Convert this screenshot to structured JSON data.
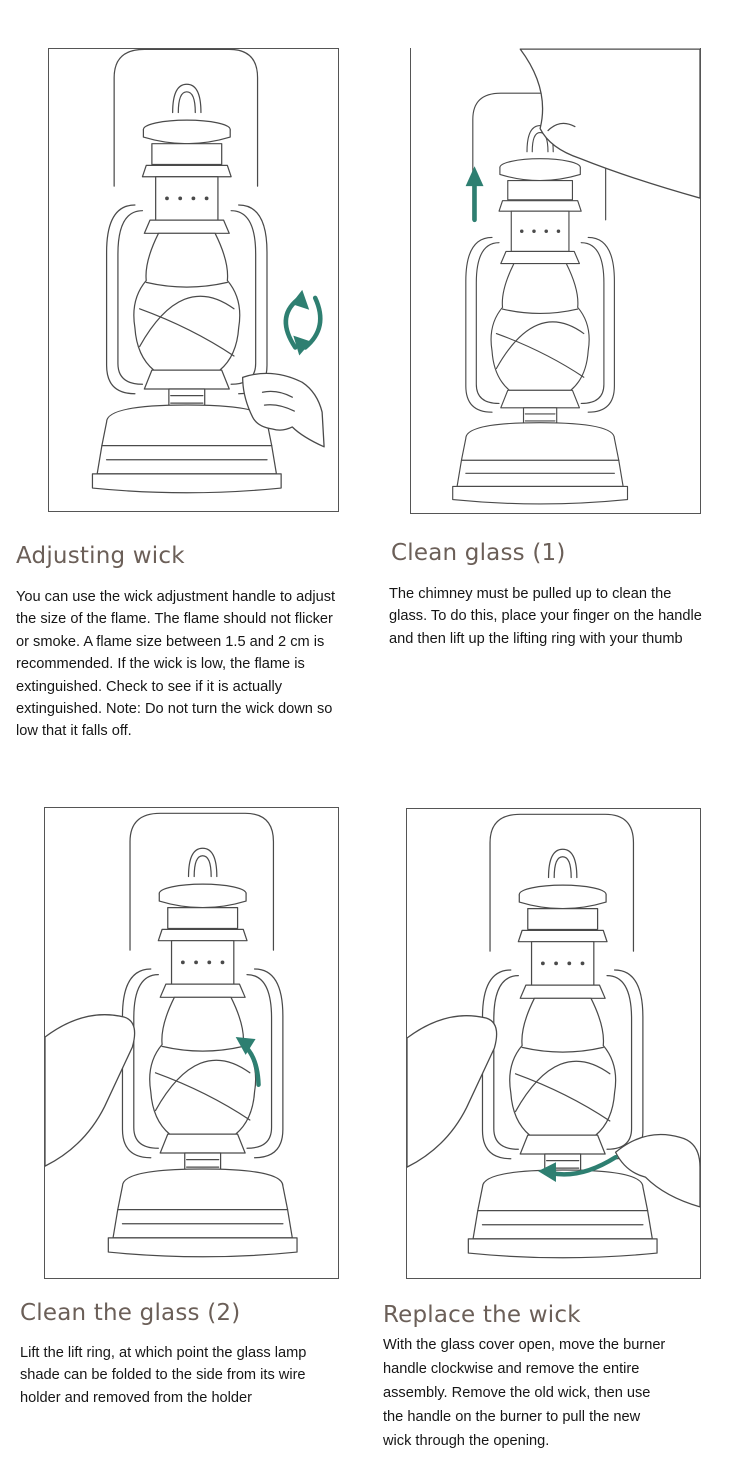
{
  "sections": [
    {
      "title": "Adjusting wick",
      "lines": [
        "You can use the wick adjustment handle to adjust",
        " the size of the flame. The flame should not flicker",
        " or smoke. A flame size between 1.5 and 2 cm is",
        "recommended. If the wick is low, the flame is",
        "extinguished. Check to see if it is actually",
        "extinguished. Note: Do not turn the wick down so",
        " low that it falls off."
      ]
    },
    {
      "title": "Clean glass (1)",
      "lines": [
        "The chimney must be pulled up to clean the",
        "glass. To do this, place your finger on the handle",
        "and then lift up the lifting ring with your thumb"
      ]
    },
    {
      "title": "Clean the glass (2)",
      "lines": [
        "Lift the lift ring, at which point the glass lamp",
        "shade can be folded to the side from its wire",
        "holder and removed from the holder"
      ]
    },
    {
      "title": "Replace the wick",
      "lines": [
        "With the glass cover open, move the burner",
        "handle clockwise and remove the entire",
        "assembly. Remove the old wick, then use",
        "the handle on the burner to pull the new",
        "wick through the opening."
      ]
    }
  ],
  "colors": {
    "accent_arrow": "#2e7f71",
    "title_text": "#6b5f58",
    "body_text": "#161616"
  },
  "icons": [
    "lantern-illustration",
    "rotate-arrows-icon",
    "up-arrow-icon",
    "curved-arrow-icon",
    "left-arrow-icon",
    "hand-illustration"
  ]
}
